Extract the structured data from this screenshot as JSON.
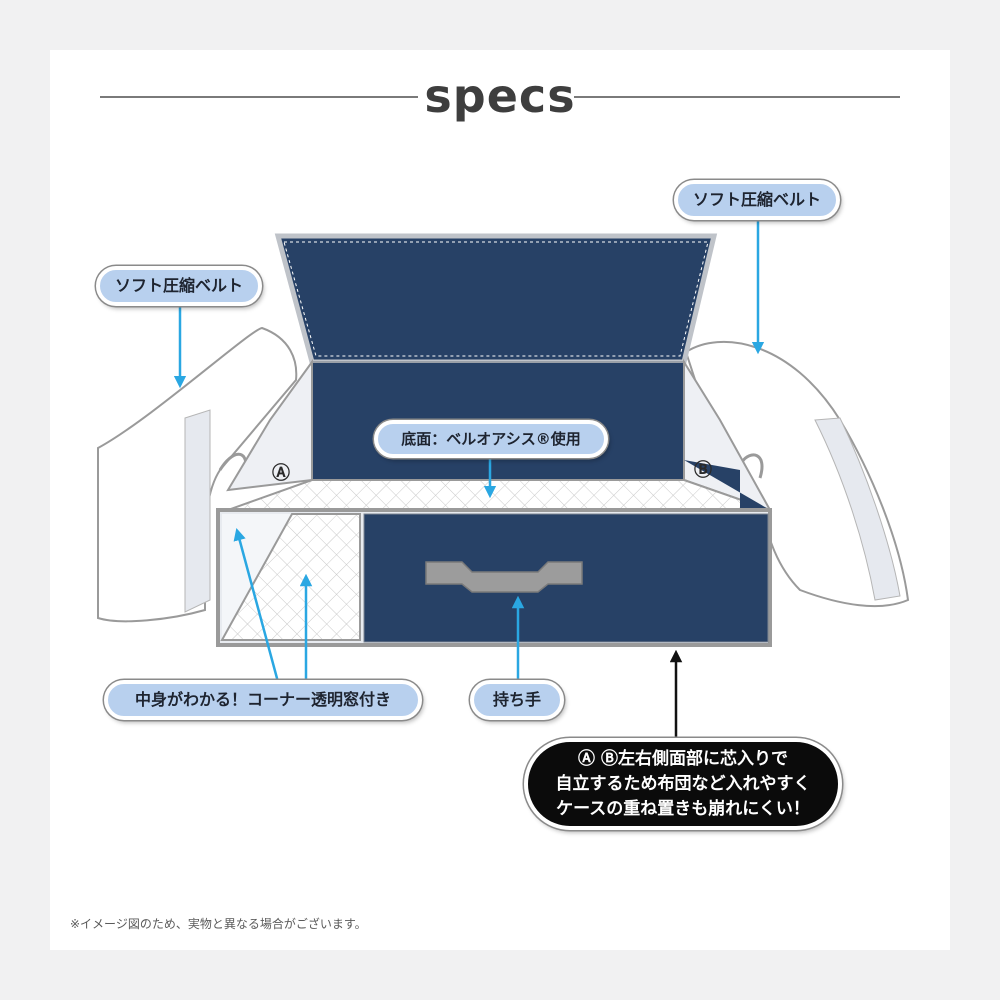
{
  "title": "specs",
  "labels": {
    "belt_left": "ソフト圧縮ベルト",
    "belt_right": "ソフト圧縮ベルト",
    "bottom": "底面：ベルオアシス®使用",
    "corner_window": "中身がわかる！コーナー透明窓付き",
    "handle": "持ち手",
    "side_note_line1": "Ⓐ Ⓑ左右側面部に芯入りで",
    "side_note_line2": "自立するため布団など入れやすく",
    "side_note_line3": "ケースの重ね置きも崩れにくい！"
  },
  "side_marks": {
    "a": "Ⓐ",
    "b": "Ⓑ"
  },
  "footnote": "※イメージ図のため、実物と異なる場合がございます。",
  "colors": {
    "navy": "#274166",
    "callout_blue": "#b8d0ee",
    "arrow_blue": "#2aa7e2",
    "dark_callout": "#0b0b0b",
    "gray_frame": "#9a9a9a"
  }
}
